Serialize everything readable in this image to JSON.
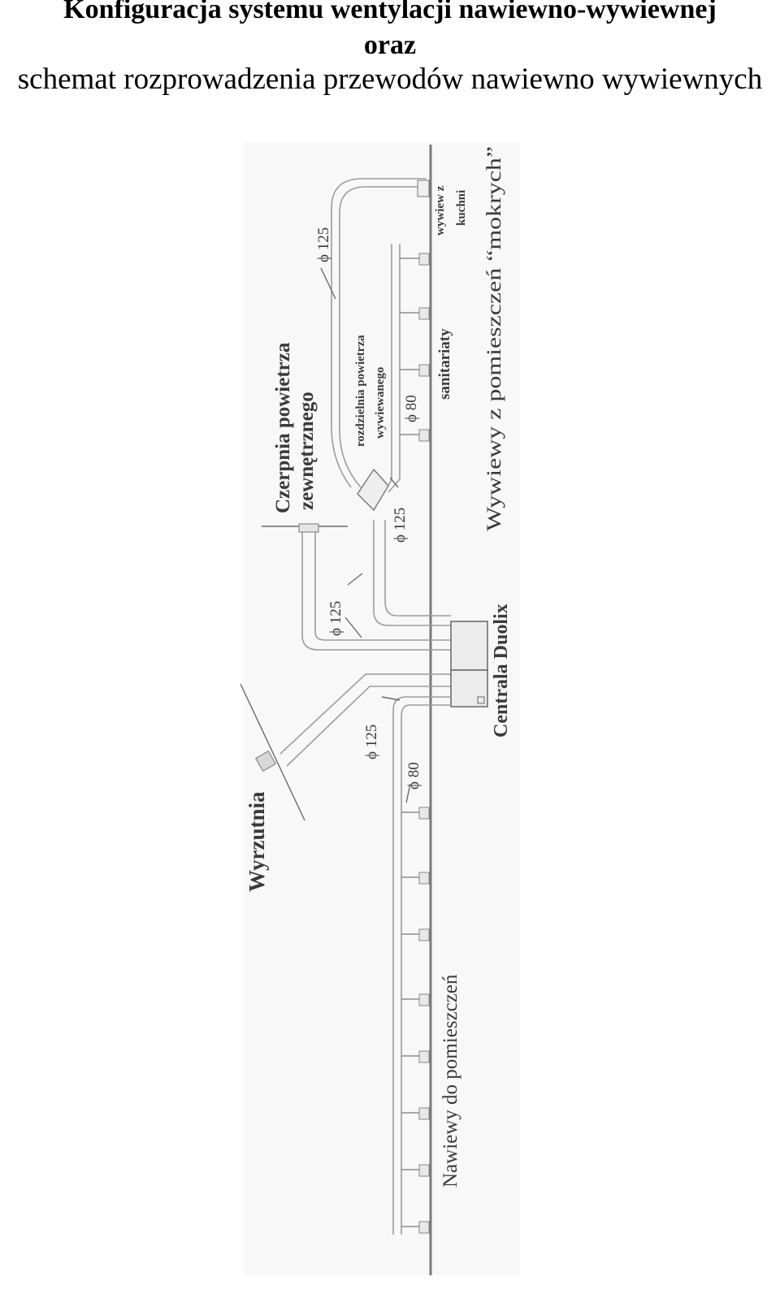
{
  "header": {
    "title_line1": "Konfiguracja systemu wentylacji nawiewno-wywiewnej",
    "title_line2": "oraz",
    "subtitle": "schemat rozprowadzenia przewodów nawiewno wywiewnych"
  },
  "diagram": {
    "labels": {
      "wyrzutnia": "Wyrzutnia",
      "czerpnia_1": "Czerpnia powietrza",
      "czerpnia_2": "zewnętrznego",
      "rozdzielnia_1": "rozdzielnia powietrza",
      "rozdzielnia_2": "wywiewanego",
      "sanitariaty": "sanitariaty",
      "wywiew_kuchni_1": "wywiew z",
      "wywiew_kuchni_2": "kuchni",
      "wywiewy": "Wywiewy  z pomieszczeń “mokrych”",
      "centrala": "Centrala Duolix",
      "nawiewy": "Nawiewy do pomieszczeń"
    },
    "dimensions": {
      "d125_top": "ϕ 125",
      "d125_mid": "ϕ 125",
      "d125_low": "ϕ 125",
      "d125_supply": "ϕ 125",
      "d80_exhaust": "ϕ 80",
      "d80_supply": "ϕ 80"
    }
  }
}
